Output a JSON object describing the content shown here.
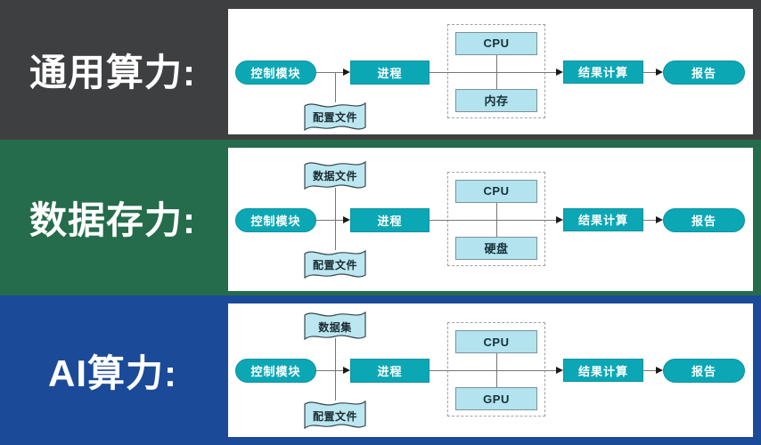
{
  "colors": {
    "band-general": "#3e3f41",
    "band-data": "#256c4c",
    "band-ai": "#1b4a99",
    "panel": "#ffffff",
    "label-text": "#ffffff",
    "teal": "#0ca7b5",
    "teal-border": "#0b93a0",
    "unit-fill": "#b2e3ee",
    "unit-border": "#7b929b",
    "doc-fill": "#bce7f0",
    "doc-border": "#37474f",
    "line": "#767676",
    "arrow": "#1a1a1a"
  },
  "rows": [
    {
      "id": "general",
      "label": "通用算力:",
      "nodes": {
        "control": "控制模块",
        "process": "进程",
        "unit_top": "CPU",
        "unit_bottom": "内存",
        "result": "结果计算",
        "report": "报告",
        "config_doc": "配置文件"
      }
    },
    {
      "id": "data",
      "label": "数据存力:",
      "nodes": {
        "control": "控制模块",
        "process": "进程",
        "data_doc": "数据文件",
        "unit_top": "CPU",
        "unit_bottom": "硬盘",
        "result": "结果计算",
        "report": "报告",
        "config_doc": "配置文件"
      }
    },
    {
      "id": "ai",
      "label": "AI算力:",
      "nodes": {
        "control": "控制模块",
        "process": "进程",
        "data_doc": "数据集",
        "unit_top": "CPU",
        "unit_bottom": "GPU",
        "result": "结果计算",
        "report": "报告",
        "config_doc": "配置文件"
      }
    }
  ]
}
